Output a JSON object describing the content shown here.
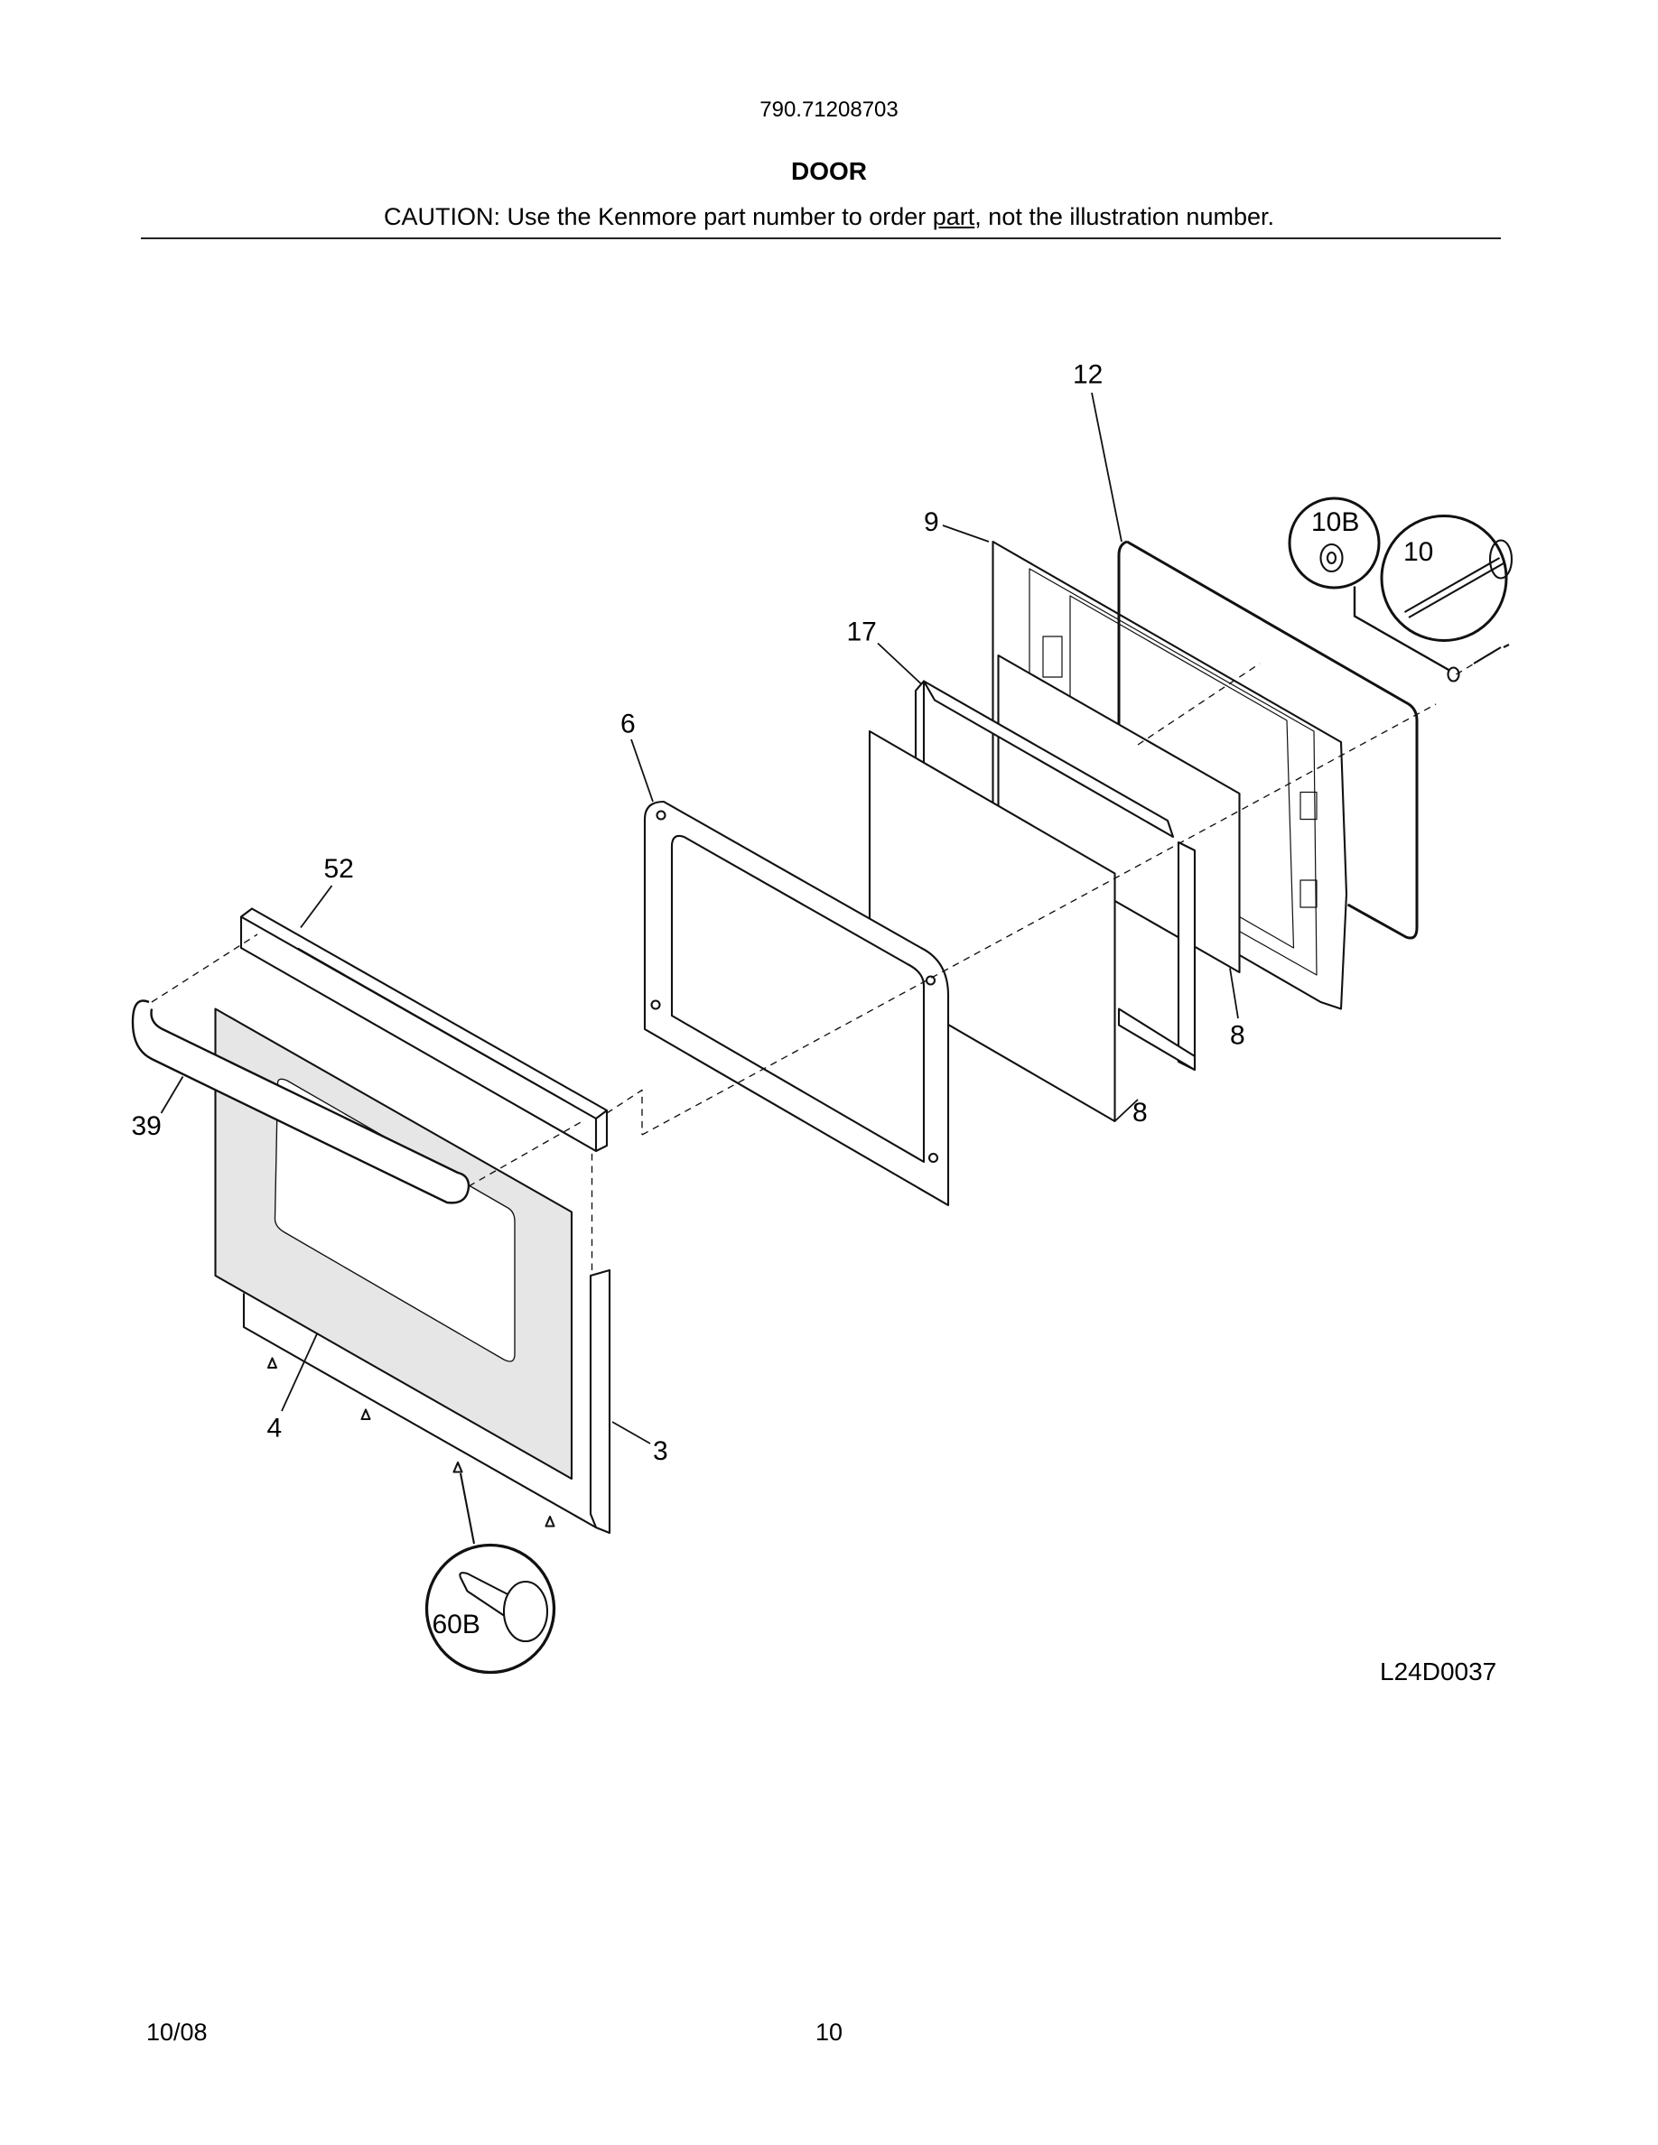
{
  "header": {
    "model_number": "790.71208703",
    "section_title": "DOOR",
    "caution_prefix": "CAUTION: Use the Kenmore part number to order ",
    "caution_underlined": "part",
    "caution_suffix": ", not the illustration number."
  },
  "diagram": {
    "reference_code": "L24D0037",
    "callouts": [
      {
        "id": "12",
        "label": "12"
      },
      {
        "id": "9",
        "label": "9"
      },
      {
        "id": "10B",
        "label": "10B"
      },
      {
        "id": "10",
        "label": "10"
      },
      {
        "id": "17",
        "label": "17"
      },
      {
        "id": "6",
        "label": "6"
      },
      {
        "id": "52",
        "label": "52"
      },
      {
        "id": "39",
        "label": "39"
      },
      {
        "id": "8a",
        "label": "8"
      },
      {
        "id": "8b",
        "label": "8"
      },
      {
        "id": "4",
        "label": "4"
      },
      {
        "id": "3",
        "label": "3"
      },
      {
        "id": "60B",
        "label": "60B"
      }
    ]
  },
  "footer": {
    "date": "10/08",
    "page_number": "10"
  }
}
